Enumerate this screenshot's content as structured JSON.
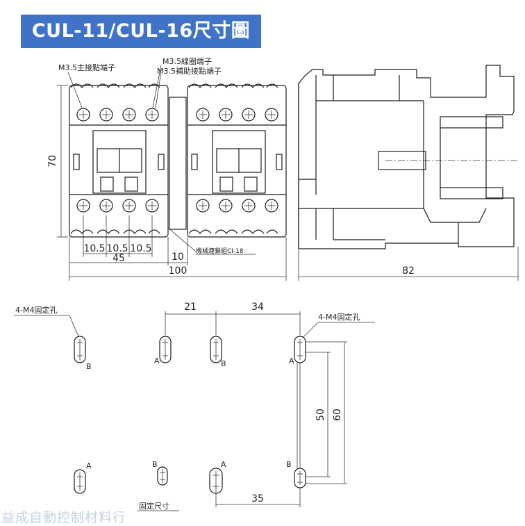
{
  "title": "CUL-11/CUL-16尺寸圖",
  "labels": {
    "main_terminal": "M3.5主接點端子",
    "coil_terminal": "M3.5線圈端子",
    "aux_terminal": "M3.5補助接點端子",
    "interlock": "機械連鎖組CI-18",
    "mount_hole_left": "4-M4固定孔",
    "mount_hole_right": "4-M4固定孔",
    "mount_size": "固定尺寸"
  },
  "dims": {
    "height": "70",
    "pitch_1": "10.5",
    "pitch_2": "10.5",
    "pitch_3": "10.5",
    "width_single": "45",
    "gap": "10",
    "width_total": "100",
    "depth": "82",
    "hole_dx_1": "21",
    "hole_dx_2": "34",
    "hole_dy_1": "50",
    "hole_dy_2": "60",
    "hole_dx_3": "35"
  },
  "hole_marks": {
    "b1": "B",
    "a1": "A",
    "b2": "B",
    "a2": "A",
    "a3": "A",
    "b3": "B",
    "a4": "A",
    "b4": "B"
  },
  "watermark": "益成自動控制材料行"
}
